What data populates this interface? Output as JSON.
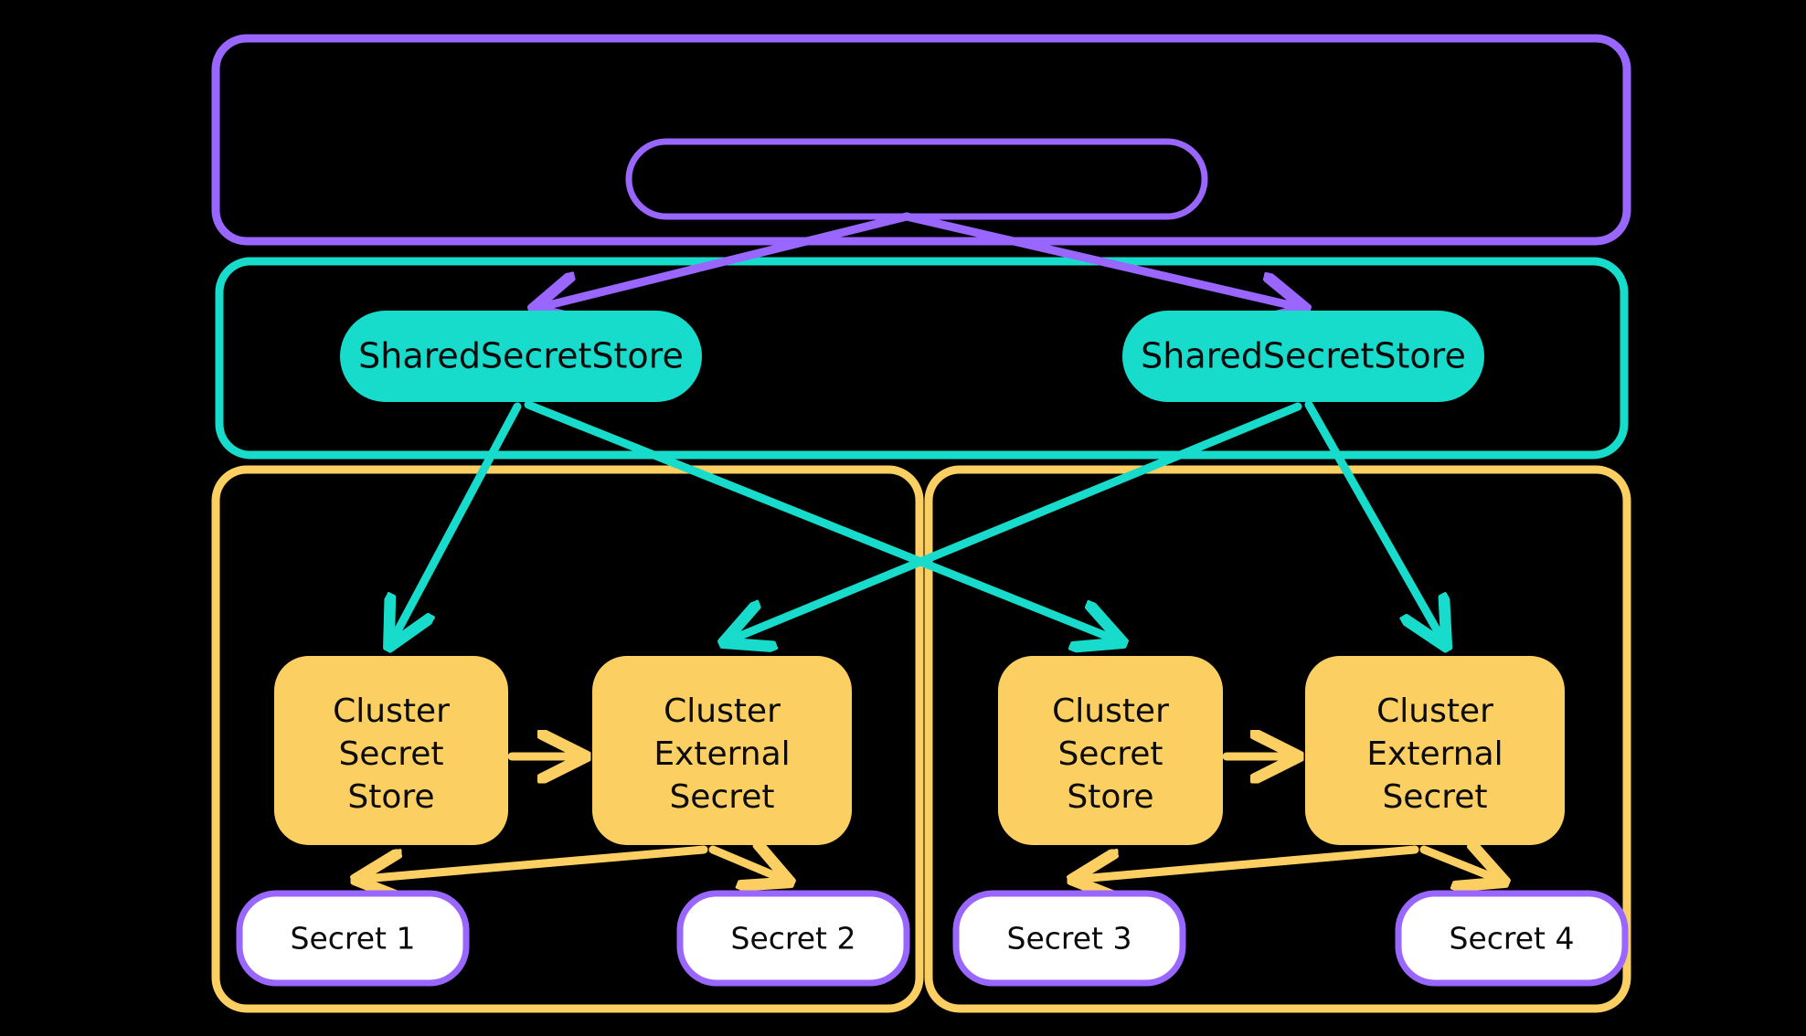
{
  "diagram": {
    "title": "External Secrets Operator shared secret store architecture",
    "type": "architecture-flow",
    "background_color": "#000000",
    "palette": {
      "purple": "#9966ff",
      "teal": "#17dbcb",
      "yellow": "#fbcf61",
      "white": "#ffffff",
      "text": "#0b0b0b"
    },
    "containers": [
      {
        "id": "purple-container",
        "label": "",
        "border_color": "#9966ff",
        "fill": "none"
      },
      {
        "id": "teal-container",
        "label": "",
        "border_color": "#17dbcb",
        "fill": "none"
      },
      {
        "id": "yellow-container-left",
        "label": "",
        "border_color": "#fbcf61",
        "fill": "none"
      },
      {
        "id": "yellow-container-right",
        "label": "",
        "border_color": "#fbcf61",
        "fill": "none"
      }
    ],
    "nodes": {
      "root_pill": {
        "label": "",
        "style": "purple-outline-pill"
      },
      "shared_store_left": {
        "label": "SharedSecretStore",
        "style": "teal-filled-pill"
      },
      "shared_store_right": {
        "label": "SharedSecretStore",
        "style": "teal-filled-pill"
      },
      "cluster_secret_store_left": {
        "line1": "Cluster",
        "line2": "Secret",
        "line3": "Store",
        "style": "yellow-filled-box"
      },
      "cluster_external_secret_left": {
        "line1": "Cluster",
        "line2": "External",
        "line3": "Secret",
        "style": "yellow-filled-box"
      },
      "cluster_secret_store_right": {
        "line1": "Cluster",
        "line2": "Secret",
        "line3": "Store",
        "style": "yellow-filled-box"
      },
      "cluster_external_secret_right": {
        "line1": "Cluster",
        "line2": "External",
        "line3": "Secret",
        "style": "yellow-filled-box"
      },
      "secret_1": {
        "label": "Secret 1",
        "style": "white-purple-outline-pill"
      },
      "secret_2": {
        "label": "Secret 2",
        "style": "white-purple-outline-pill"
      },
      "secret_3": {
        "label": "Secret 3",
        "style": "white-purple-outline-pill"
      },
      "secret_4": {
        "label": "Secret 4",
        "style": "white-purple-outline-pill"
      }
    },
    "edges": [
      {
        "from": "root_pill",
        "to": "shared_store_left",
        "color": "#9966ff"
      },
      {
        "from": "root_pill",
        "to": "shared_store_right",
        "color": "#9966ff"
      },
      {
        "from": "shared_store_left",
        "to": "cluster_secret_store_left",
        "color": "#17dbcb"
      },
      {
        "from": "shared_store_left",
        "to": "cluster_secret_store_right",
        "color": "#17dbcb"
      },
      {
        "from": "shared_store_right",
        "to": "cluster_external_secret_left",
        "color": "#17dbcb"
      },
      {
        "from": "shared_store_right",
        "to": "cluster_external_secret_right",
        "color": "#17dbcb"
      },
      {
        "from": "cluster_secret_store_left",
        "to": "cluster_external_secret_left",
        "color": "#fbcf61"
      },
      {
        "from": "cluster_secret_store_right",
        "to": "cluster_external_secret_right",
        "color": "#fbcf61"
      },
      {
        "from": "cluster_external_secret_left",
        "to": "secret_1",
        "color": "#fbcf61"
      },
      {
        "from": "cluster_external_secret_left",
        "to": "secret_2",
        "color": "#fbcf61"
      },
      {
        "from": "cluster_external_secret_right",
        "to": "secret_3",
        "color": "#fbcf61"
      },
      {
        "from": "cluster_external_secret_right",
        "to": "secret_4",
        "color": "#fbcf61"
      }
    ]
  }
}
